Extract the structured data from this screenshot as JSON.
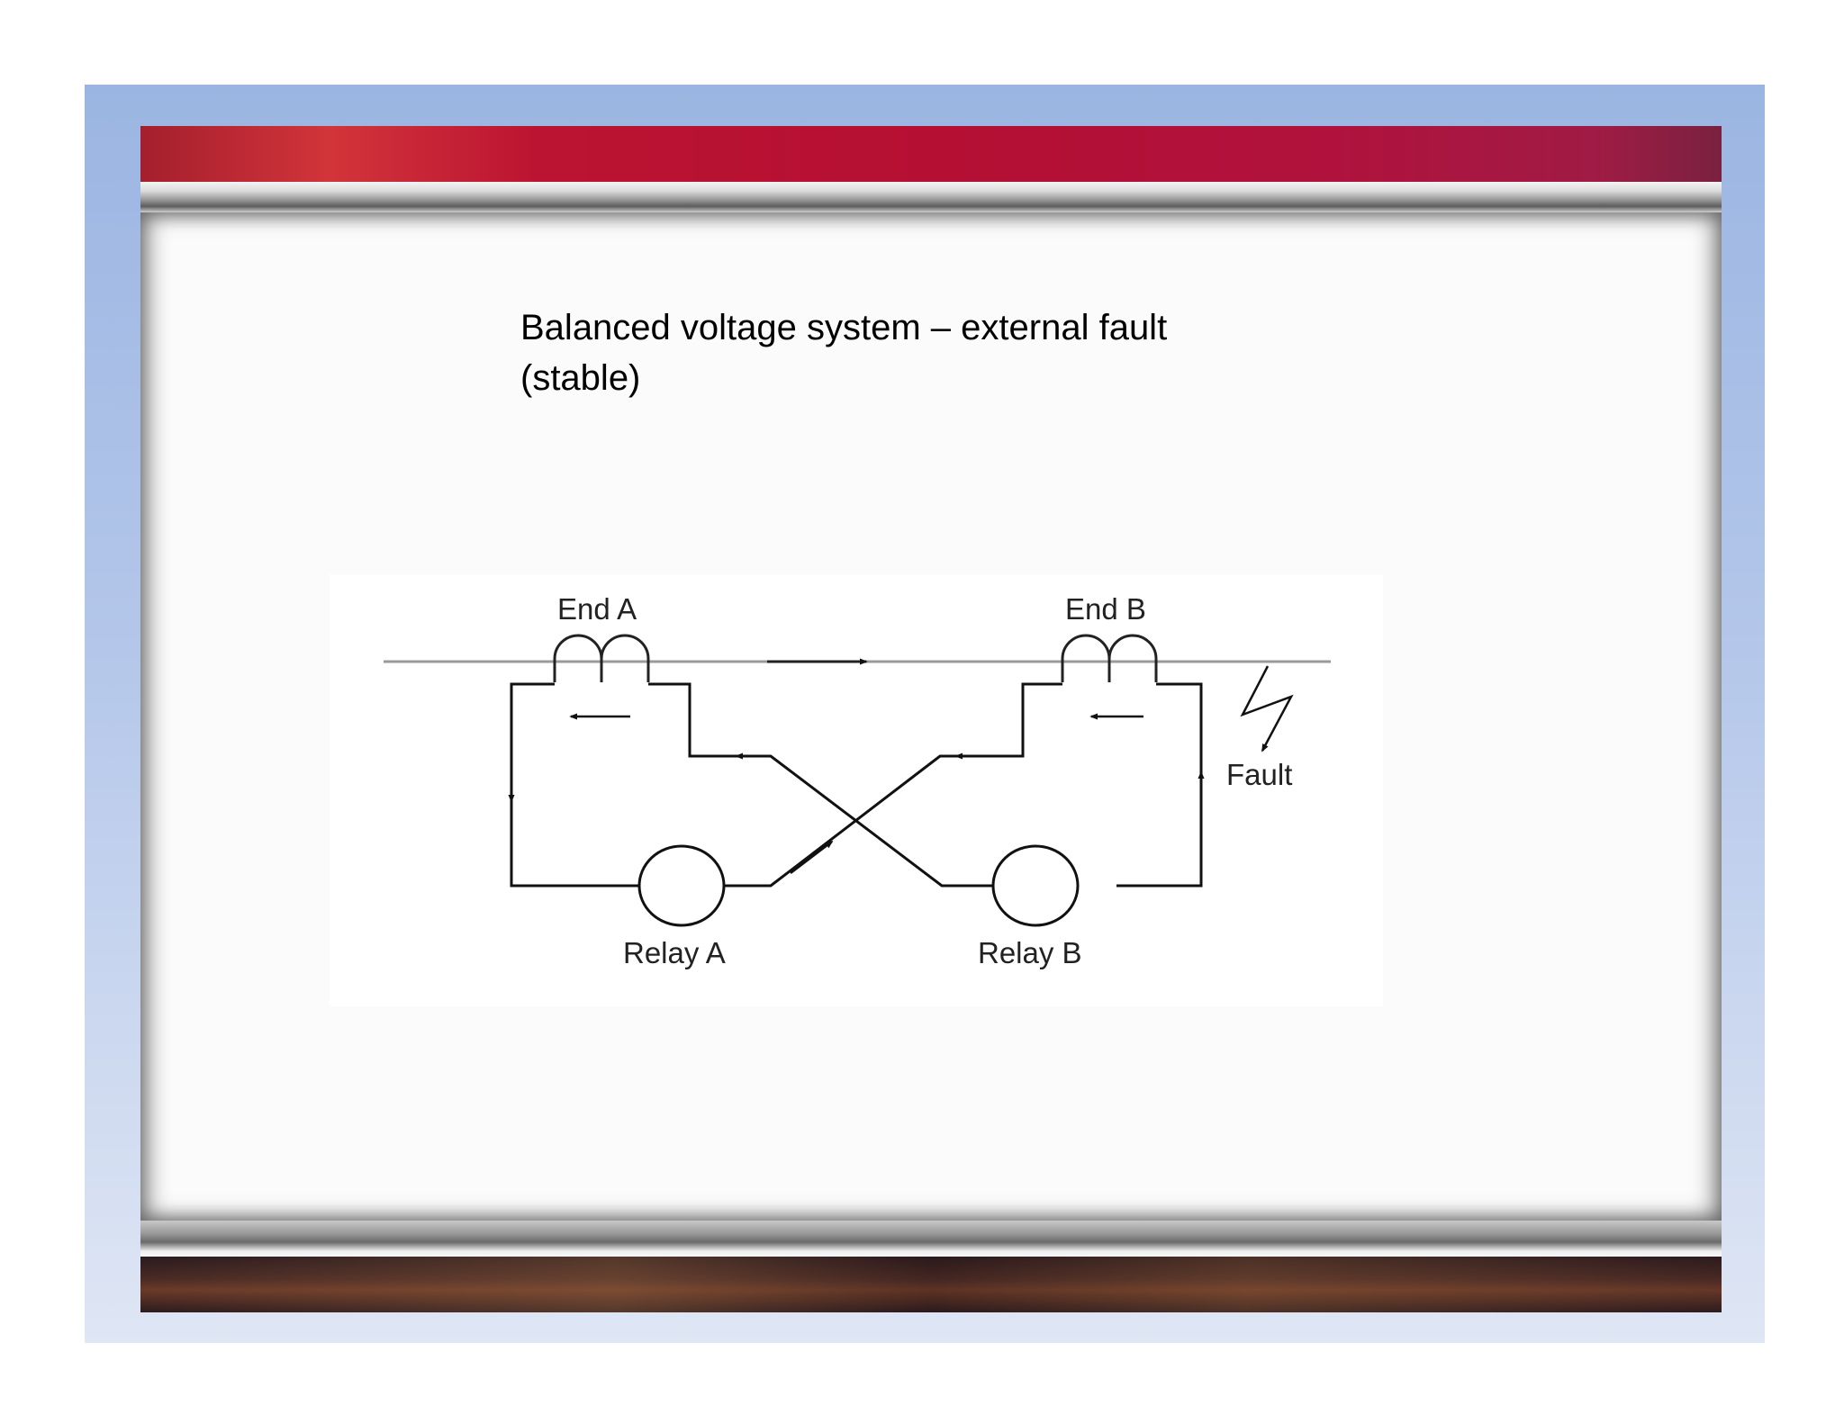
{
  "slide": {
    "title_line1": "Balanced voltage system – external fault",
    "title_line2": "(stable)"
  },
  "diagram": {
    "label_end_a": "End A",
    "label_end_b": "End B",
    "label_relay_a": "Relay A",
    "label_relay_b": "Relay B",
    "label_fault": "Fault"
  },
  "colors": {
    "top_banner": "#b50f33",
    "frame_background": "#9bb5e2",
    "line_color": "#111111"
  }
}
